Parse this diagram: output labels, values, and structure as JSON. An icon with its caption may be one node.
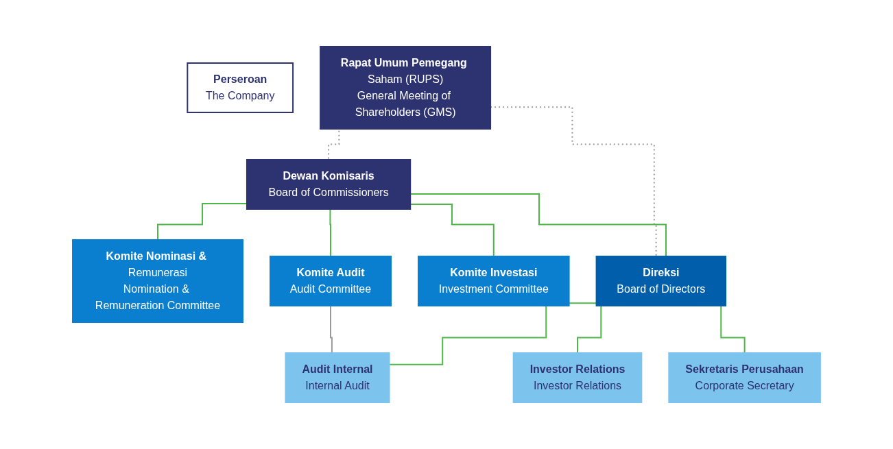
{
  "diagram": {
    "nodes": [
      {
        "text": [
          "Perseroan",
          "The Company"
        ]
      },
      {
        "text": [
          "Rapat Umum Pemegang Saham (RUPS)",
          "General Meeting of Shareholders (GMS)"
        ]
      },
      {
        "text": [
          "Dewan Komisaris",
          "Board of Commissioners"
        ]
      },
      {
        "text": [
          "Komite Nominasi & Remunerasi",
          "Nomination & Remuneration Committee"
        ]
      },
      {
        "text": [
          "Komite Audit",
          "Audit Committee"
        ]
      },
      {
        "text": [
          "Komite Investasi",
          "Investment Committee"
        ]
      },
      {
        "text": [
          "Direksi",
          "Board of Directors"
        ]
      },
      {
        "text": [
          "Investor Relations",
          "Investor Relations"
        ]
      },
      {
        "text": [
          "Audit Internal",
          "Internal Audit"
        ]
      },
      {
        "text": [
          "Sekretaris Perusahaan",
          "Corporate Secretary"
        ]
      }
    ],
    "edges": [
      {
        "from": 1,
        "to": 2,
        "arrow": "none",
        "style": "dashed",
        "color": "#9a9a9a"
      },
      {
        "from": 1,
        "to": 6,
        "arrow": "none",
        "style": "dashed",
        "color": "#9a9a9a"
      },
      {
        "from": 2,
        "to": 3,
        "arrow": "none"
      },
      {
        "from": 2,
        "to": 4,
        "arrow": "none"
      },
      {
        "from": 2,
        "to": 5,
        "arrow": "none"
      },
      {
        "from": 2,
        "to": 6,
        "arrow": "none"
      },
      {
        "from": 4,
        "to": 8,
        "arrow": "none",
        "color": "#9a9a9a"
      },
      {
        "from": 6,
        "to": 7,
        "arrow": "none"
      },
      {
        "from": 6,
        "to": 8,
        "arrow": "none"
      },
      {
        "from": 6,
        "to": 9,
        "arrow": "none"
      }
    ]
  }
}
